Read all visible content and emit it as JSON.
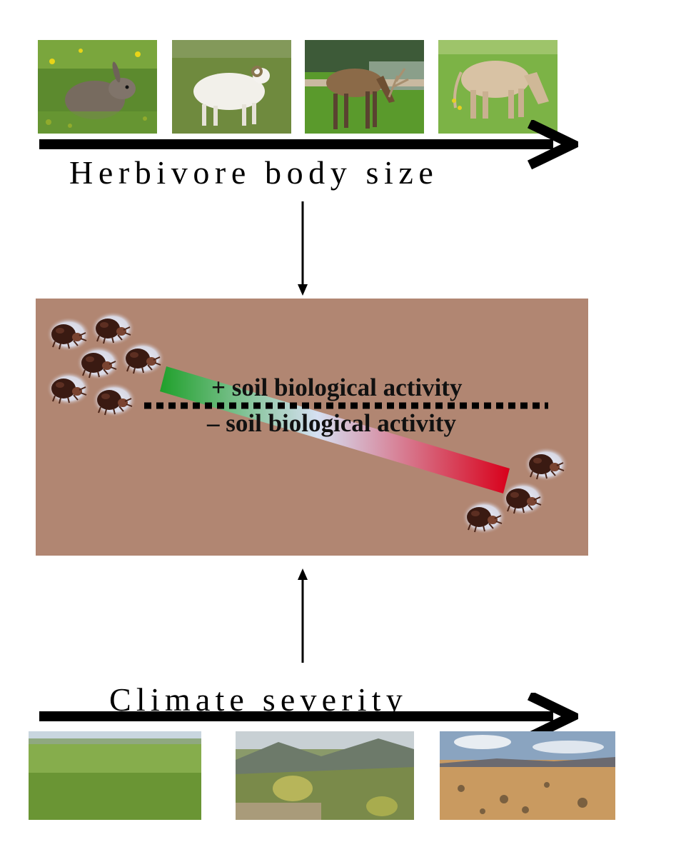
{
  "top_axis": {
    "label": "Herbivore body size",
    "photos": [
      {
        "name": "rabbit-photo",
        "subject": "rabbit"
      },
      {
        "name": "sheep-photo",
        "subject": "sheep"
      },
      {
        "name": "elk-photo",
        "subject": "elk"
      },
      {
        "name": "cow-photo",
        "subject": "cow"
      }
    ]
  },
  "soil_panel": {
    "positive_label": "+ soil biological activity",
    "negative_label": "– soil biological activity",
    "colors": {
      "soil": "#b18672",
      "positive": "#1fa02a",
      "negative": "#d8001a",
      "middle": "#d6e0f2"
    }
  },
  "bottom_axis": {
    "label": "Climate severity",
    "photos": [
      {
        "name": "grassland-photo",
        "subject": "grassland"
      },
      {
        "name": "shrubland-photo",
        "subject": "shrubland"
      },
      {
        "name": "desert-photo",
        "subject": "desert"
      }
    ]
  }
}
